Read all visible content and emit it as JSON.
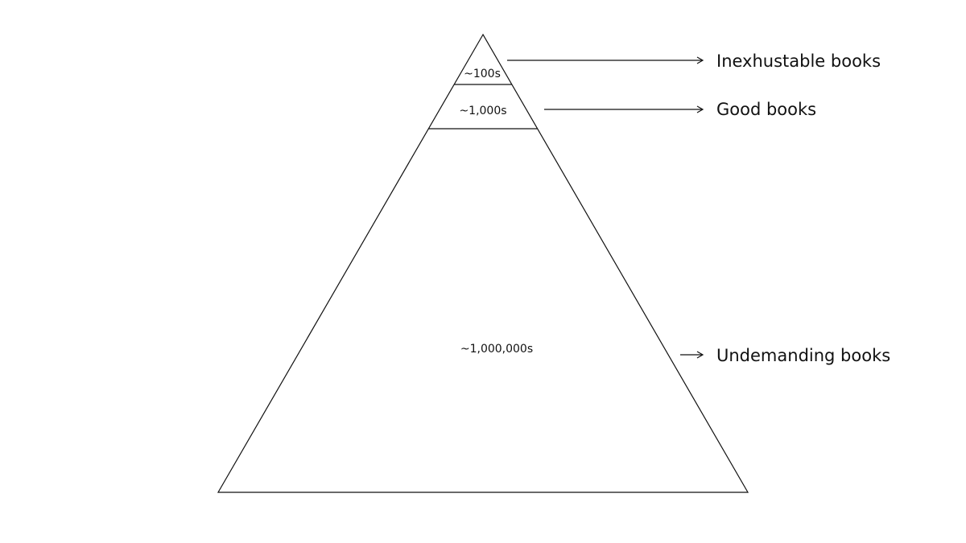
{
  "pyramid": {
    "tiers": [
      {
        "count": "~100s",
        "label": "Inexhustable books"
      },
      {
        "count": "~1,000s",
        "label": "Good books"
      },
      {
        "count": "~1,000,000s",
        "label": "Undemanding books"
      }
    ]
  },
  "colors": {
    "line": "#111111",
    "text": "#111111",
    "background": "#ffffff"
  }
}
